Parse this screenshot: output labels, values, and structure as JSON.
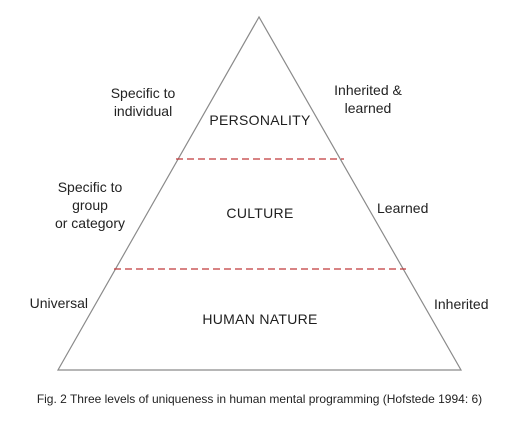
{
  "diagram": {
    "levels": [
      {
        "name": "PERSONALITY"
      },
      {
        "name": "CULTURE"
      },
      {
        "name": "HUMAN NATURE"
      }
    ],
    "left_labels": [
      [
        "Specific to",
        "individual"
      ],
      [
        "Specific to",
        "group",
        "or category"
      ],
      [
        "Universal"
      ]
    ],
    "right_labels": [
      [
        "Inherited &",
        "learned"
      ],
      [
        "Learned"
      ],
      [
        "Inherited"
      ]
    ],
    "colors": {
      "outline": "#8a8a8a",
      "divider": "#c0393b"
    }
  },
  "caption": "Fig. 2 Three levels of uniqueness in human mental programming (Hofstede 1994: 6)"
}
